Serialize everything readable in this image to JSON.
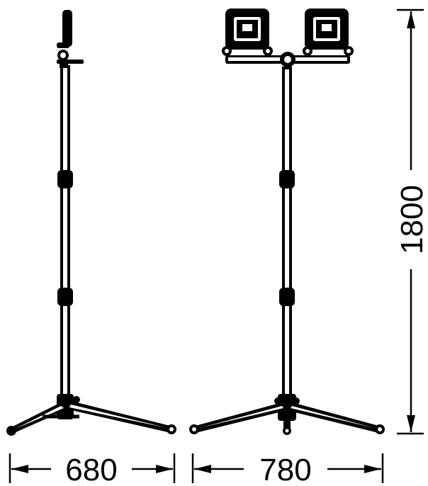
{
  "dimensions": {
    "width_left": "680",
    "width_right": "780",
    "height": "1800"
  },
  "colors": {
    "line": "#000000",
    "background": "#ffffff"
  }
}
